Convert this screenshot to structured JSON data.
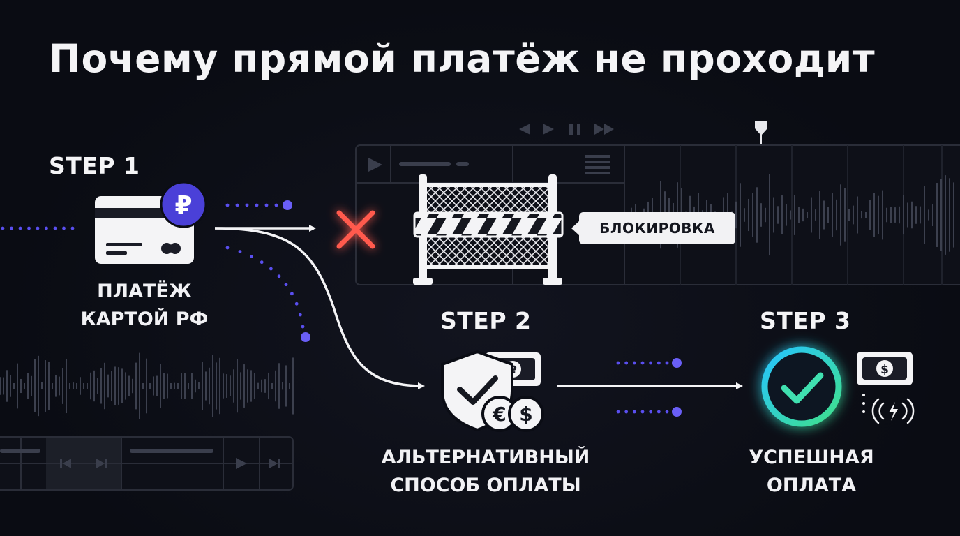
{
  "title": "Почему прямой платёж не проходит",
  "steps": [
    {
      "label": "STEP 1",
      "caption_line1": "ПЛАТЁЖ",
      "caption_line2": "КАРТОЙ РФ"
    },
    {
      "label": "STEP 2",
      "caption_line1": "АЛЬТЕРНАТИВНЫЙ",
      "caption_line2": "СПОСОБ ОПЛАТЫ"
    },
    {
      "label": "STEP 3",
      "caption_line1": "УСПЕШНАЯ",
      "caption_line2": "ОПЛАТА"
    }
  ],
  "block_label": "БЛОКИРОВКА",
  "currency_symbols": {
    "ruble": "₽",
    "euro": "€",
    "dollar": "$"
  },
  "icons": {
    "step1": "card-icon",
    "block": "barrier-icon",
    "fail": "cross-icon",
    "step2": "shield-check-icon",
    "step3": "check-circle-icon"
  },
  "colors": {
    "background": "#0b0d15",
    "accent": "#5a4ff0",
    "error": "#ff5a4e",
    "success": "#3fe0b0",
    "white": "#f4f4f6"
  }
}
